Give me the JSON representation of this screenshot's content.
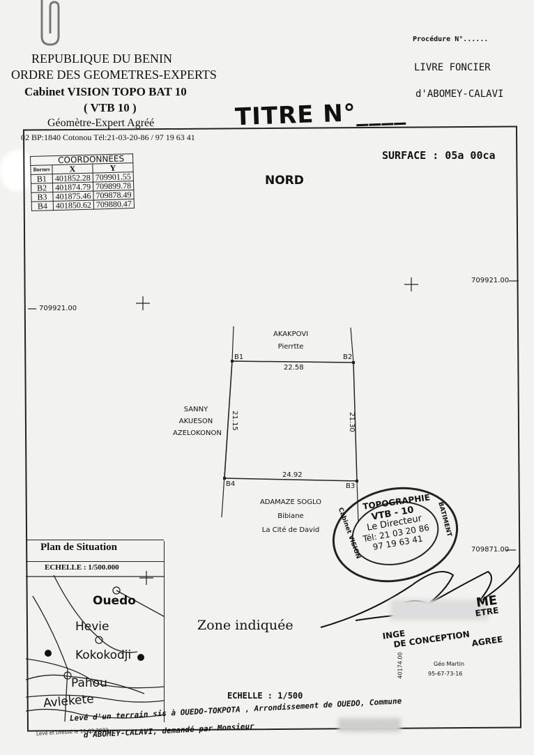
{
  "header": {
    "republic": "REPUBLIQUE DU BENIN",
    "order": "ORDRE DES GEOMETRES-EXPERTS",
    "cabinet": "Cabinet VISION TOPO BAT 10",
    "code": "( VTB 10 )",
    "role": "Géomètre-Expert Agréé",
    "contact": "02 BP:1840 Cotonou  Tél:21-03-20-86 / 97 19 63 41"
  },
  "right_header": {
    "procedure": "Procédure N°......",
    "livre": "LIVRE FONCIER",
    "city": "d'ABOMEY-CALAVI"
  },
  "title": "TITRE N°____",
  "surface": "SURFACE  :  05a  00ca",
  "nord": "NORD",
  "coordinates": {
    "title": "COORDONNEES",
    "headers": [
      "Bornes",
      "X",
      "Y"
    ],
    "rows": [
      [
        "B1",
        "401852.28",
        "709901.55"
      ],
      [
        "B2",
        "401874.79",
        "709899.78"
      ],
      [
        "B3",
        "401875.46",
        "709878.49"
      ],
      [
        "B4",
        "401850.62",
        "709880.47"
      ]
    ]
  },
  "grid_labels": {
    "left": "709921.00",
    "right": "709921.00",
    "bottom_right": "709871.00"
  },
  "plot": {
    "corners": [
      "B1",
      "B2",
      "B3",
      "B4"
    ],
    "top_len": "22.58",
    "bottom_len": "24.92",
    "left_len": "21.15",
    "right_len": "21.30"
  },
  "neighbors": {
    "north": [
      "AKAKPOVI",
      "Pierrtte"
    ],
    "west": [
      "SANNY",
      "AKUESON",
      "AZELOKONON"
    ],
    "south": [
      "ADAMAZE SOGLO",
      "Bibiane",
      "La Cité de David"
    ]
  },
  "situation": {
    "title": "Plan de Situation",
    "scale": "ECHELLE  :  1/500.000",
    "places": [
      "Ouedo",
      "Hevie",
      "Kokokodji",
      "Pahou",
      "Avlekete"
    ],
    "zone": "Zone indiquée"
  },
  "stamp": {
    "ring_top": "TOPOGRAPHIE",
    "ring_left": "Cabinet VISION",
    "ring_right": "BATIMENT",
    "center": [
      "VTB - 10",
      "Le Directeur",
      "Tél: 21 03 20 86",
      "97 19 63 41"
    ]
  },
  "signature_block": {
    "line1": "ME",
    "line2": "ETRE",
    "line3": "INGE",
    "line4": "DE CONCEPTION",
    "line5": "AGREE",
    "name": "Géo Martin",
    "phone": "95-67-73-16",
    "side": "40174.00"
  },
  "scale_bottom": "ECHELLE  :  1/500",
  "footer": {
    "drawn": "Levé et Dressé   le 16-03-2022",
    "line1": "Levé d'un terrain sis à OUEDO-TOKPOTA , Arrondissement de OUEDO, Commune",
    "line2": "d'ABOMEY-CALAVI, demandé par Monsieur"
  }
}
